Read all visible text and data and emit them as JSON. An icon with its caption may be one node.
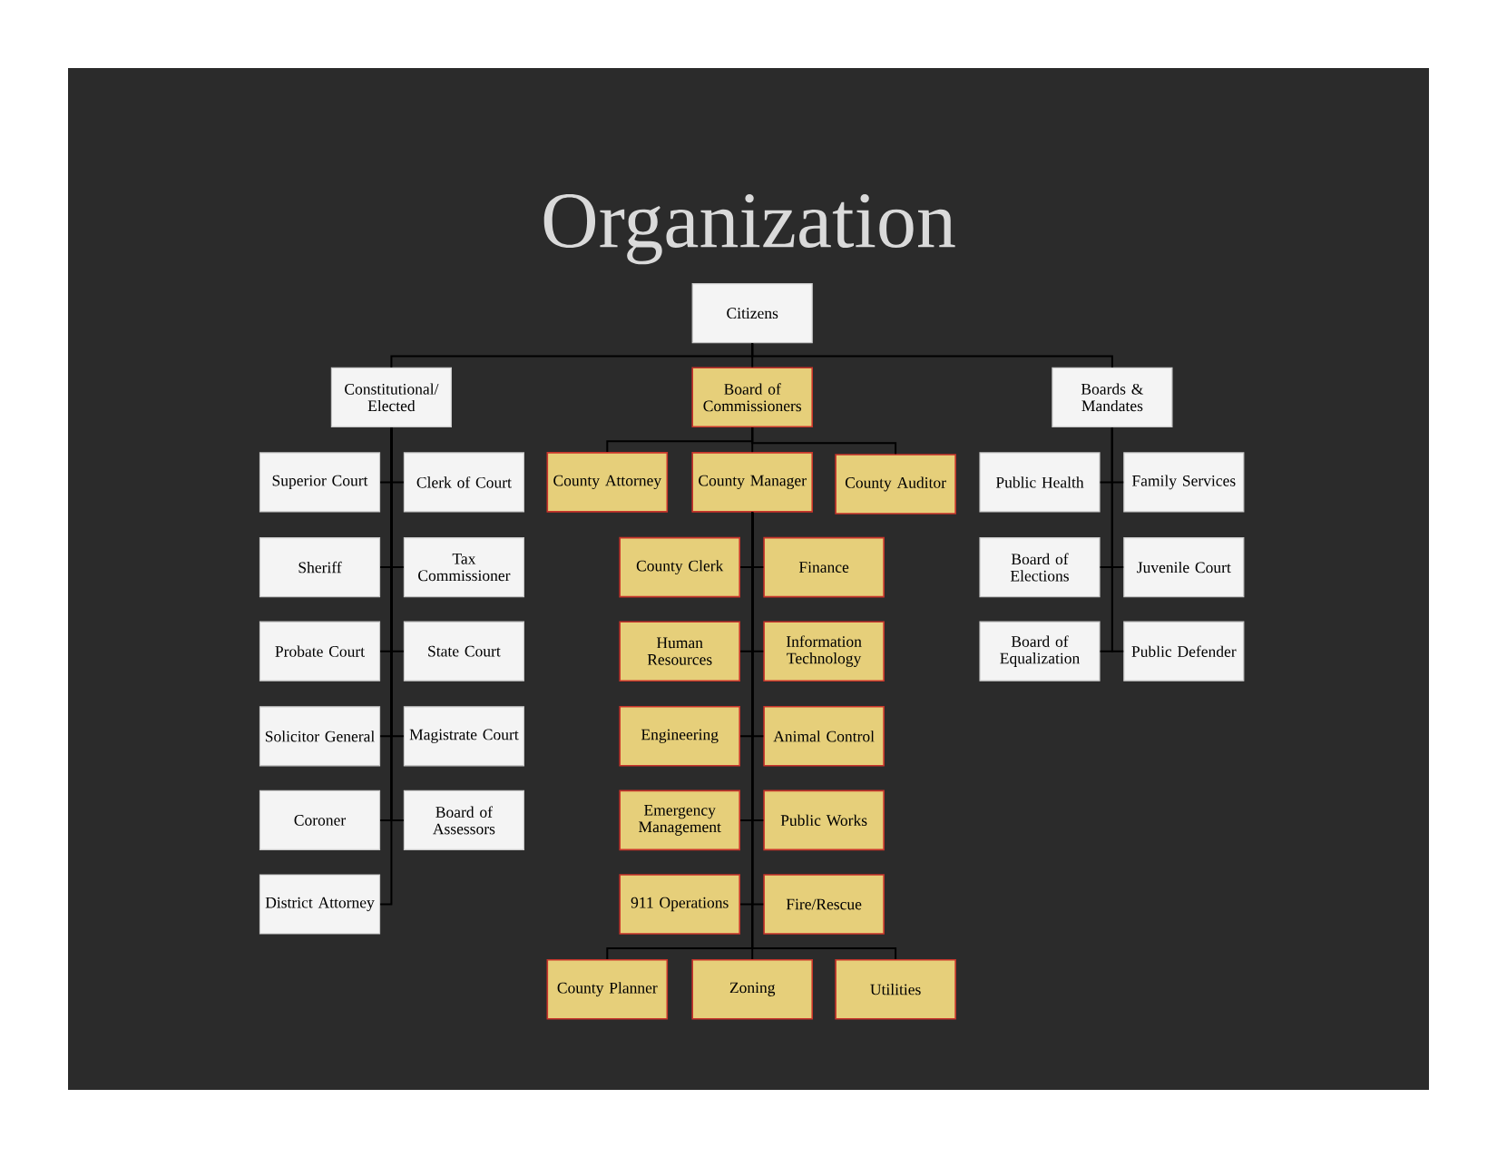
{
  "diagram": {
    "title": "Organization",
    "nodes": [
      {
        "text": [
          "Citizens"
        ]
      },
      {
        "text": [
          "Constitutional/ Elected"
        ]
      },
      {
        "text": [
          "Board of Commissioners"
        ]
      },
      {
        "text": [
          "Boards & Mandates"
        ]
      },
      {
        "text": [
          "Superior Court"
        ]
      },
      {
        "text": [
          "Clerk of Court"
        ]
      },
      {
        "text": [
          "County Attorney"
        ]
      },
      {
        "text": [
          "County Manager"
        ]
      },
      {
        "text": [
          "County Auditor"
        ]
      },
      {
        "text": [
          "Public Health"
        ]
      },
      {
        "text": [
          "Family Services"
        ]
      },
      {
        "text": [
          "Sheriff"
        ]
      },
      {
        "text": [
          "Tax Commissioner"
        ]
      },
      {
        "text": [
          "County Clerk"
        ]
      },
      {
        "text": [
          "Finance"
        ]
      },
      {
        "text": [
          "Board of Elections"
        ]
      },
      {
        "text": [
          "Juvenile Court"
        ]
      },
      {
        "text": [
          "Probate Court"
        ]
      },
      {
        "text": [
          "State Court"
        ]
      },
      {
        "text": [
          "Human Resources"
        ]
      },
      {
        "text": [
          "Information Technology"
        ]
      },
      {
        "text": [
          "Board of Equalization"
        ]
      },
      {
        "text": [
          "Public Defender"
        ]
      },
      {
        "text": [
          "Solicitor General"
        ]
      },
      {
        "text": [
          "Magistrate Court"
        ]
      },
      {
        "text": [
          "Engineering"
        ]
      },
      {
        "text": [
          "Animal Control"
        ]
      },
      {
        "text": [
          "Coroner"
        ]
      },
      {
        "text": [
          "Board of Assessors"
        ]
      },
      {
        "text": [
          "Emergency Management"
        ]
      },
      {
        "text": [
          "Public Works"
        ]
      },
      {
        "text": [
          "District Attorney"
        ]
      },
      {
        "text": [
          "911 Operations"
        ]
      },
      {
        "text": [
          "Fire/Rescue"
        ]
      },
      {
        "text": [
          "County Planner"
        ]
      },
      {
        "text": [
          "Zoning"
        ]
      },
      {
        "text": [
          "Utilities"
        ]
      }
    ],
    "edges": [
      {
        "from": 0,
        "to": 1,
        "arrow": "none"
      },
      {
        "from": 0,
        "to": 2,
        "arrow": "none"
      },
      {
        "from": 0,
        "to": 3,
        "arrow": "none"
      },
      {
        "from": 1,
        "to": 4,
        "arrow": "none"
      },
      {
        "from": 1,
        "to": 5,
        "arrow": "none"
      },
      {
        "from": 1,
        "to": 11,
        "arrow": "none"
      },
      {
        "from": 1,
        "to": 12,
        "arrow": "none"
      },
      {
        "from": 1,
        "to": 17,
        "arrow": "none"
      },
      {
        "from": 1,
        "to": 18,
        "arrow": "none"
      },
      {
        "from": 1,
        "to": 23,
        "arrow": "none"
      },
      {
        "from": 1,
        "to": 24,
        "arrow": "none"
      },
      {
        "from": 1,
        "to": 27,
        "arrow": "none"
      },
      {
        "from": 1,
        "to": 28,
        "arrow": "none"
      },
      {
        "from": 1,
        "to": 31,
        "arrow": "none"
      },
      {
        "from": 2,
        "to": 6,
        "arrow": "none"
      },
      {
        "from": 2,
        "to": 7,
        "arrow": "none"
      },
      {
        "from": 2,
        "to": 8,
        "arrow": "none"
      },
      {
        "from": 7,
        "to": 13,
        "arrow": "none"
      },
      {
        "from": 7,
        "to": 14,
        "arrow": "none"
      },
      {
        "from": 7,
        "to": 19,
        "arrow": "none"
      },
      {
        "from": 7,
        "to": 20,
        "arrow": "none"
      },
      {
        "from": 7,
        "to": 25,
        "arrow": "none"
      },
      {
        "from": 7,
        "to": 26,
        "arrow": "none"
      },
      {
        "from": 7,
        "to": 29,
        "arrow": "none"
      },
      {
        "from": 7,
        "to": 30,
        "arrow": "none"
      },
      {
        "from": 7,
        "to": 32,
        "arrow": "none"
      },
      {
        "from": 7,
        "to": 33,
        "arrow": "none"
      },
      {
        "from": 7,
        "to": 34,
        "arrow": "none"
      },
      {
        "from": 7,
        "to": 35,
        "arrow": "none"
      },
      {
        "from": 7,
        "to": 36,
        "arrow": "none"
      },
      {
        "from": 3,
        "to": 9,
        "arrow": "none"
      },
      {
        "from": 3,
        "to": 10,
        "arrow": "none"
      },
      {
        "from": 3,
        "to": 15,
        "arrow": "none"
      },
      {
        "from": 3,
        "to": 16,
        "arrow": "none"
      },
      {
        "from": 3,
        "to": 21,
        "arrow": "none"
      },
      {
        "from": 3,
        "to": 22,
        "arrow": "none"
      }
    ]
  }
}
